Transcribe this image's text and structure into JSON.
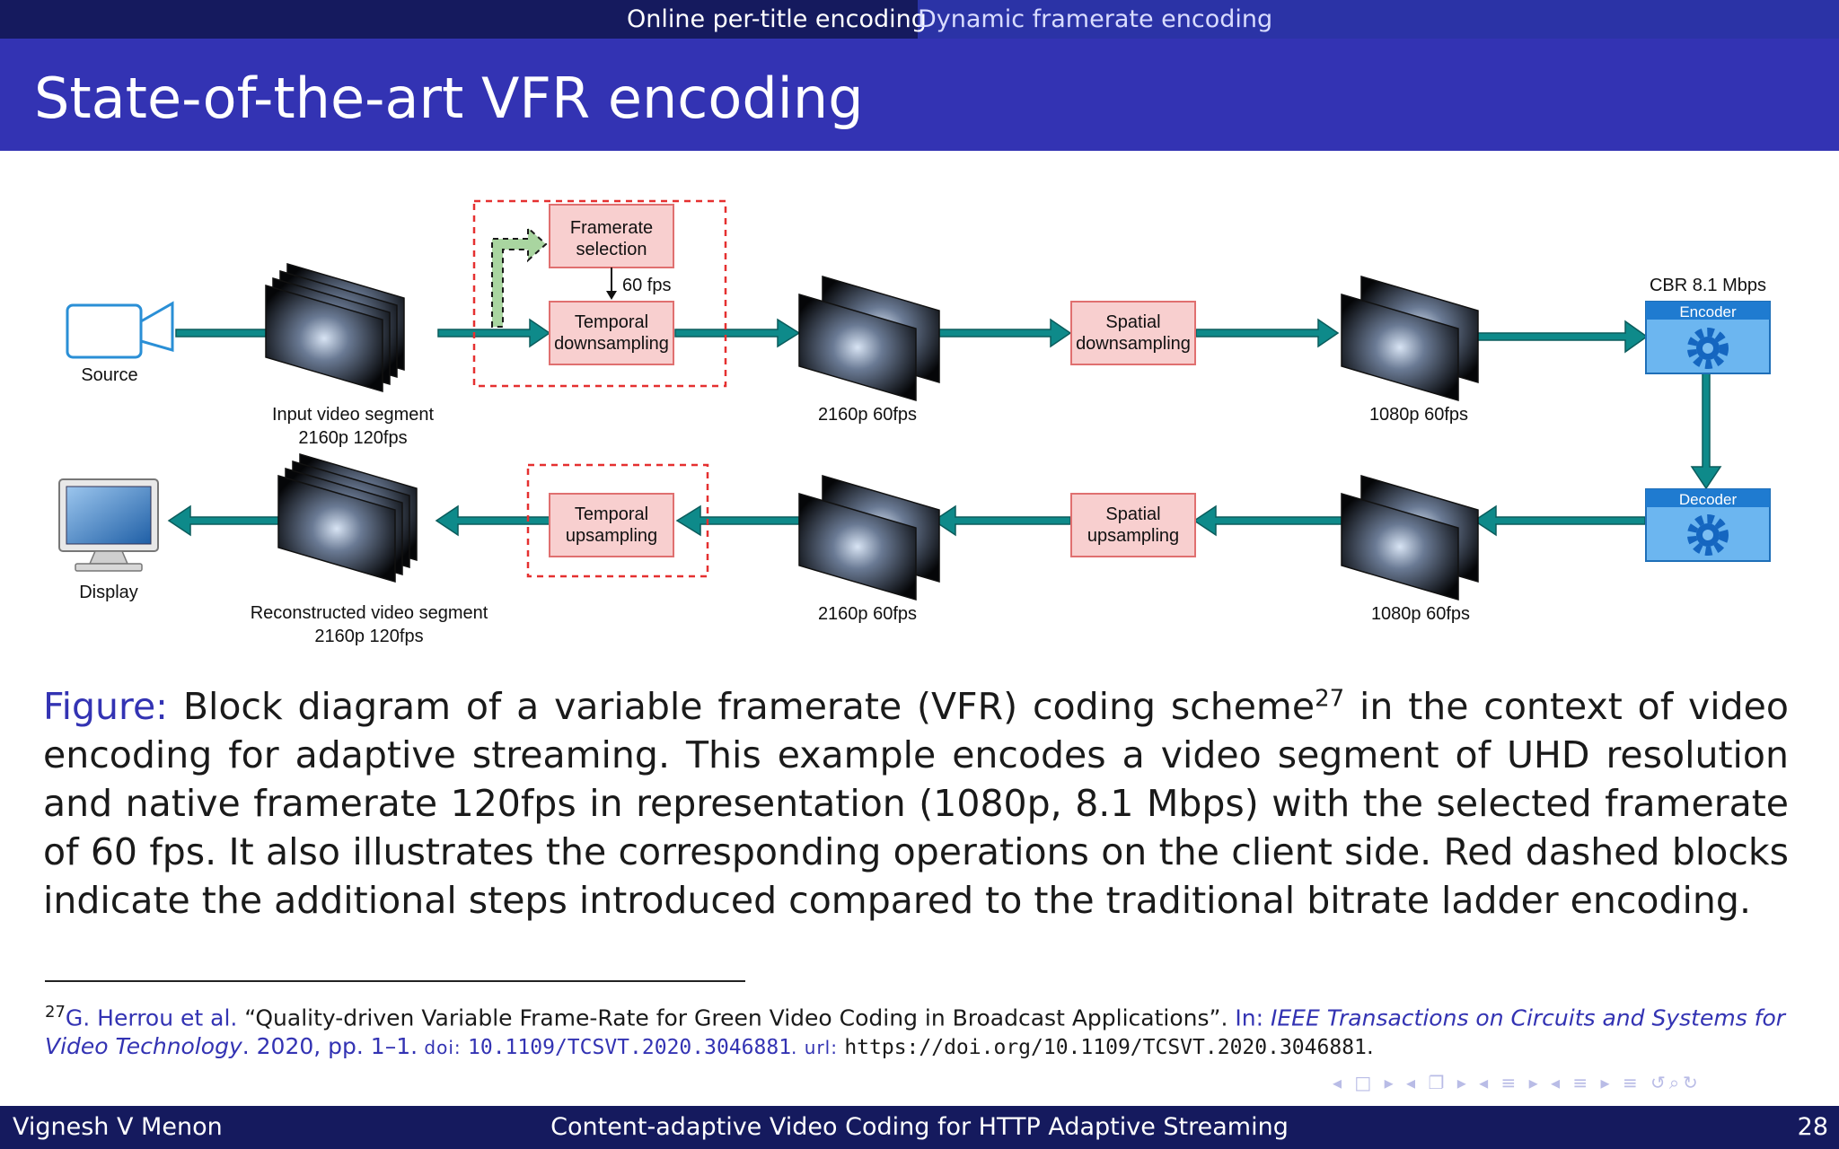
{
  "nav": {
    "section_1": "Online per-title encoding",
    "section_2": "Dynamic framerate encoding"
  },
  "slide": {
    "title": "State-of-the-art VFR encoding"
  },
  "diagram": {
    "source": "Source",
    "input_segment_line1": "Input video segment",
    "input_segment_line2": "2160p 120fps",
    "framerate_selection_line1": "Framerate",
    "framerate_selection_line2": "selection",
    "fps_60": "60 fps",
    "temporal_down_line1": "Temporal",
    "temporal_down_line2": "downsampling",
    "res_2160p_60_top": "2160p 60fps",
    "spatial_down_line1": "Spatial",
    "spatial_down_line2": "downsampling",
    "res_1080p_60_top": "1080p 60fps",
    "cbr": "CBR 8.1 Mbps",
    "encoder": "Encoder",
    "decoder": "Decoder",
    "res_1080p_60_bottom": "1080p 60fps",
    "spatial_up_line1": "Spatial",
    "spatial_up_line2": "upsampling",
    "res_2160p_60_bottom": "2160p 60fps",
    "temporal_up_line1": "Temporal",
    "temporal_up_line2": "upsampling",
    "reconstructed_line1": "Reconstructed video segment",
    "reconstructed_line2": "2160p 120fps",
    "display": "Display",
    "colors": {
      "arrow": "#0e8a8a",
      "block_fill": "#f8cfcf",
      "block_stroke": "#e07070",
      "dashed_box": "#e53030",
      "codec_fill": "#6cb6f0"
    }
  },
  "caption": {
    "label": "Figure:",
    "text_part1": "Block diagram of a variable framerate (VFR) coding scheme",
    "ref": "27",
    "text_part2": " in the context of video encoding for adaptive streaming. This example encodes a video segment of UHD resolution and native framerate 120fps in representation (1080p, 8.1 Mbps) with the selected framerate of 60 fps. It also illustrates the corresponding operations on the client side. Red dashed blocks indicate the additional steps introduced compared to the traditional bitrate ladder encoding."
  },
  "footnote": {
    "num": "27",
    "authors": "G. Herrou et al.",
    "title": " “Quality-driven Variable Frame-Rate for Green Video Coding in Broadcast Applications”.",
    "in_label": " In: ",
    "journal": "IEEE Transactions on Circuits and Systems for Video Technology",
    "year_pages": ". 2020, pp. 1–1.",
    "doi_label": " doi: ",
    "doi": "10.1109/TCSVT.2020.3046881",
    "url_label": ". url: ",
    "url": "https://doi.org/10.1109/TCSVT.2020.3046881",
    "end": "."
  },
  "nav_symbols": "◂ □ ▸ ◂ ❐ ▸ ◂ ≡ ▸ ◂ ≡ ▸   ≡   ↺⌕↻",
  "footer": {
    "author": "Vignesh V Menon",
    "talk_title": "Content-adaptive Video Coding for HTTP Adaptive Streaming",
    "page": "28"
  }
}
